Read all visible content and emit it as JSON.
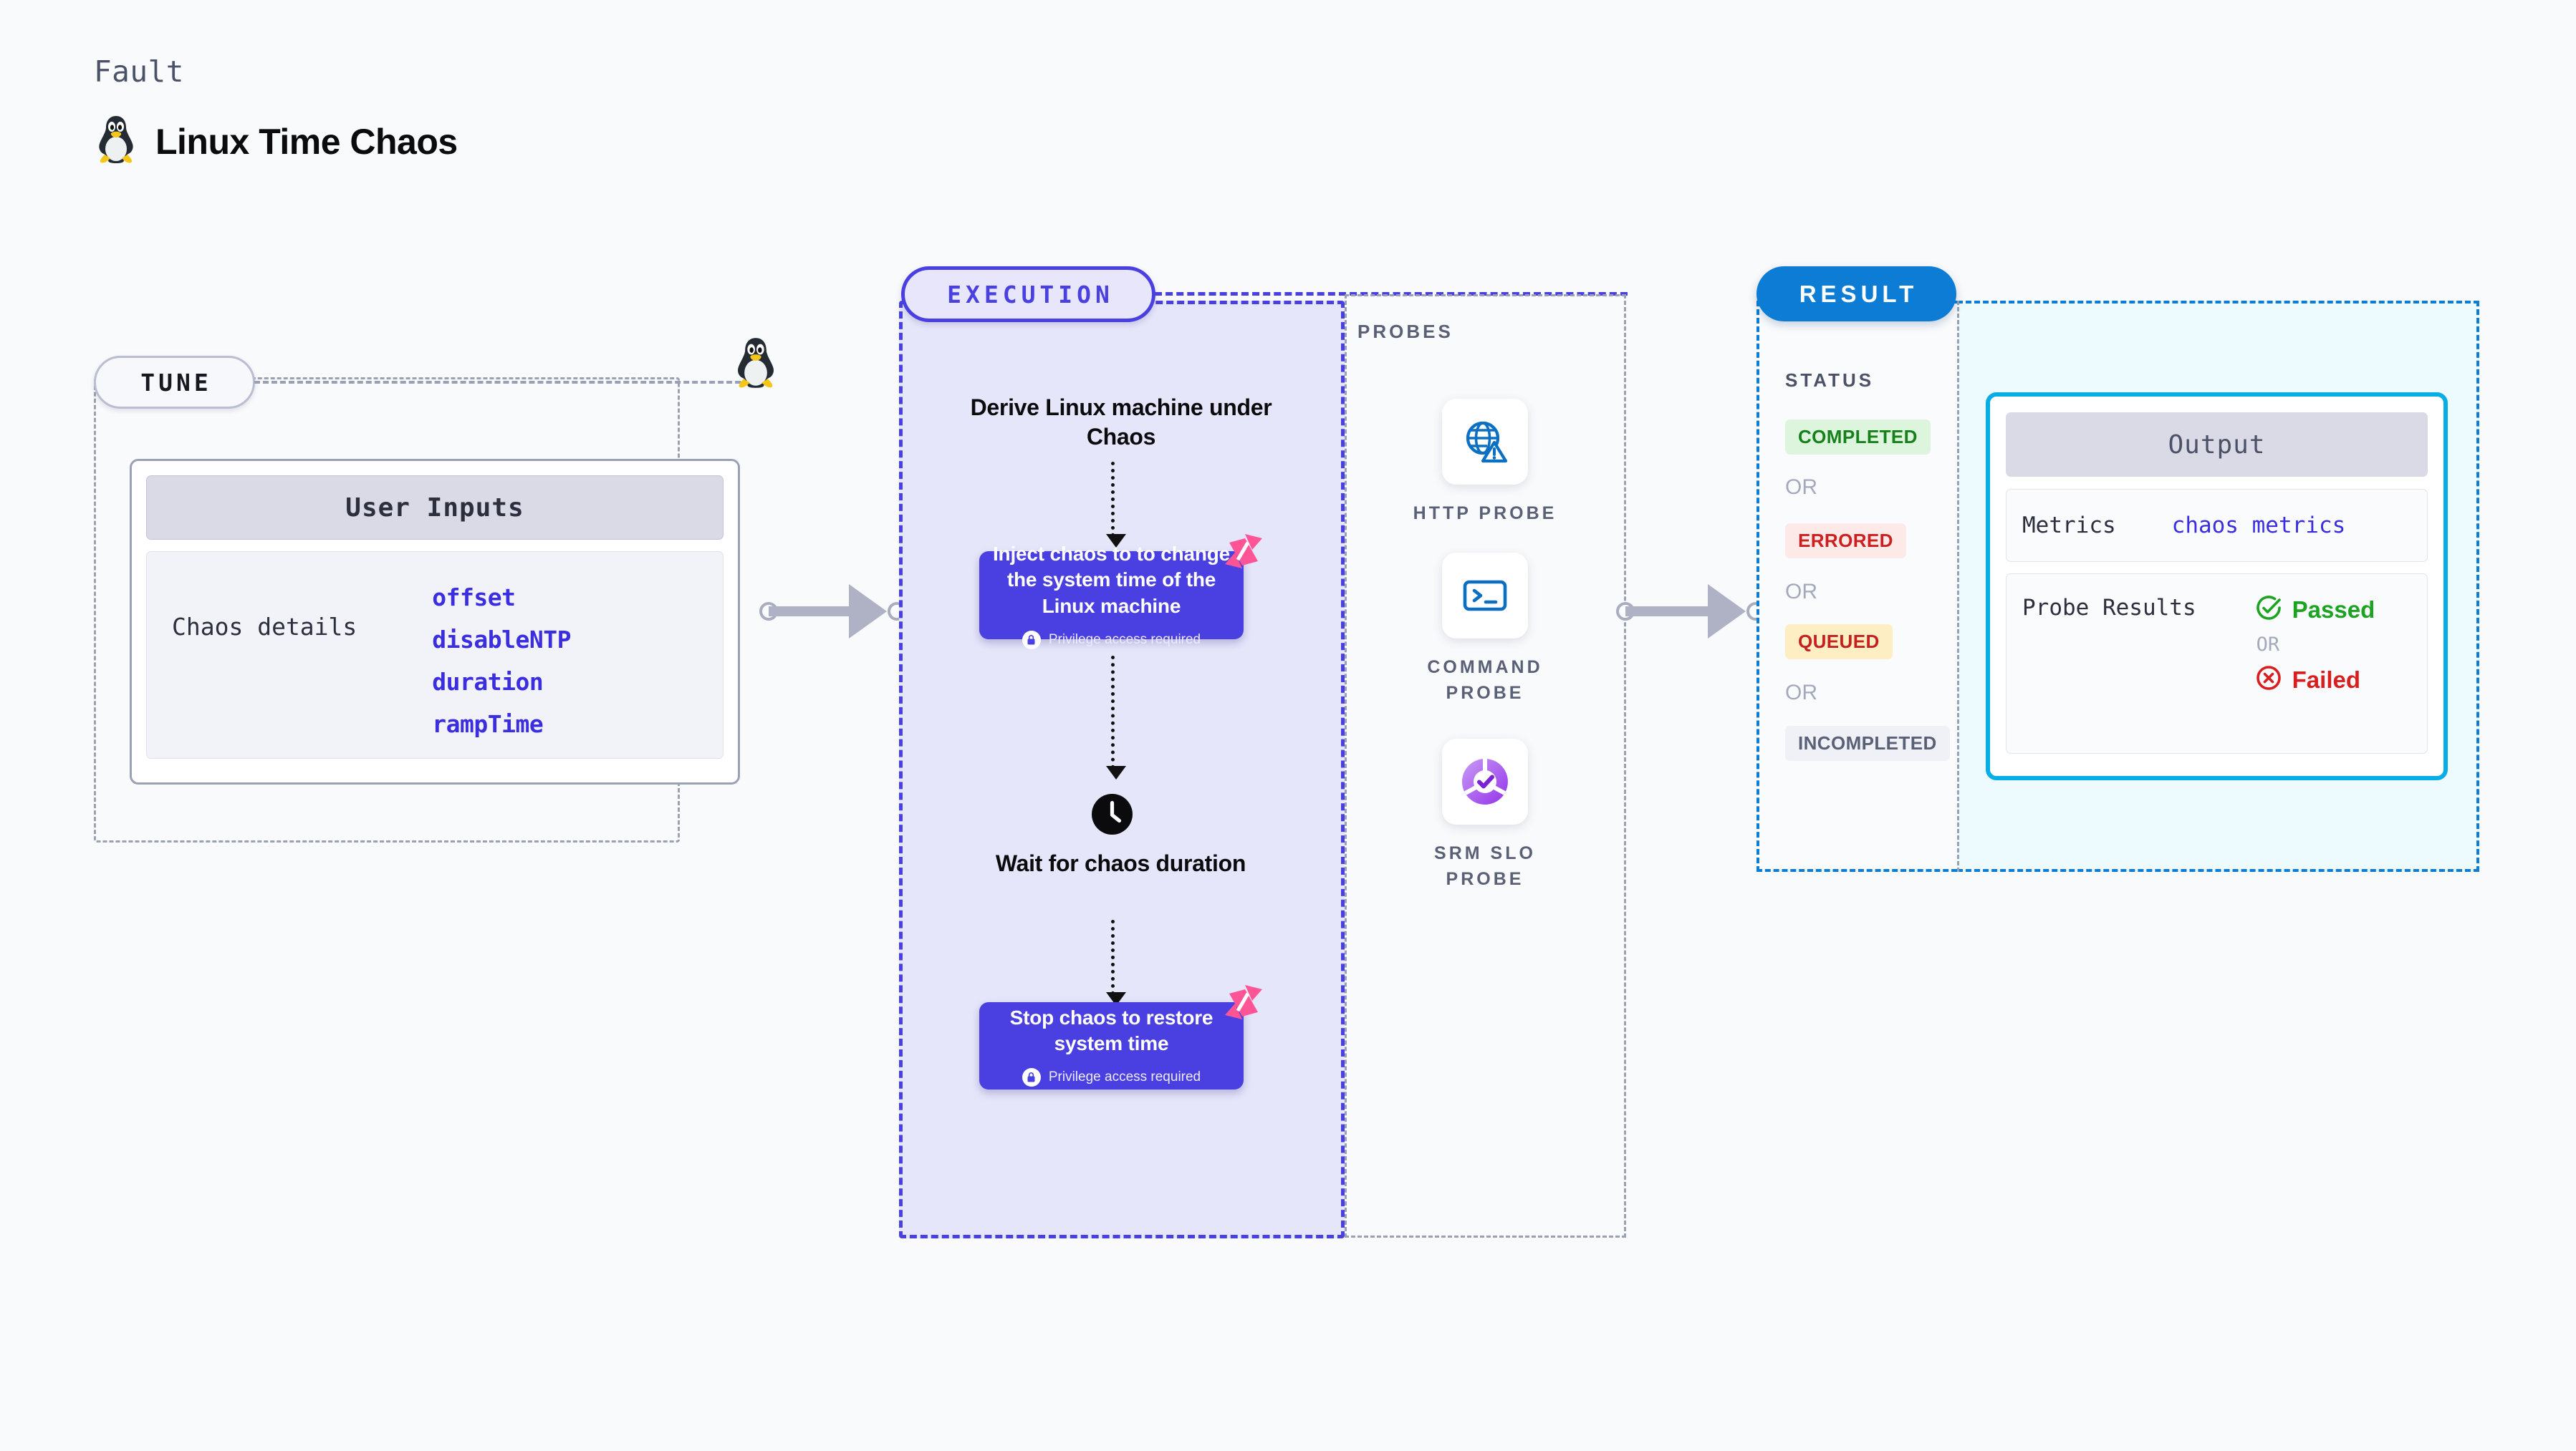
{
  "header": {
    "eyebrow": "Fault",
    "title": "Linux Time Chaos",
    "icon": "linux-tux-icon"
  },
  "tune": {
    "pill_label": "TUNE",
    "card": {
      "header": "User Inputs",
      "row_label": "Chaos details",
      "params": [
        "offset",
        "disableNTP",
        "duration",
        "rampTime"
      ]
    },
    "edge_icon": "linux-tux-icon"
  },
  "execution": {
    "pill_label": "EXECUTION",
    "steps": [
      {
        "type": "title",
        "text": "Derive Linux machine under Chaos"
      },
      {
        "type": "chaos-box",
        "text": "Inject chaos to to change the system time of the Linux machine",
        "privilege": "Privilege access required",
        "badge_icon": "harness-logo-icon",
        "lock_icon": "lock-icon"
      },
      {
        "type": "wait",
        "icon": "clock-icon",
        "text": "Wait for chaos duration"
      },
      {
        "type": "chaos-box",
        "text": "Stop chaos to restore system time",
        "privilege": "Privilege access required",
        "badge_icon": "harness-logo-icon",
        "lock_icon": "lock-icon"
      }
    ]
  },
  "probes": {
    "label": "PROBES",
    "items": [
      {
        "label": "HTTP PROBE",
        "icon": "globe-warning-icon"
      },
      {
        "label": "COMMAND PROBE",
        "icon": "terminal-prompt-icon"
      },
      {
        "label": "SRM SLO PROBE",
        "icon": "slo-donut-check-icon"
      }
    ]
  },
  "result": {
    "pill_label": "RESULT",
    "status_label": "STATUS",
    "or_label": "OR",
    "statuses": [
      {
        "label": "COMPLETED",
        "fg": "#16801b",
        "bg": "#dcf5dc"
      },
      {
        "label": "ERRORED",
        "fg": "#cc2020",
        "bg": "#fde9e7"
      },
      {
        "label": "QUEUED",
        "fg": "#c52020",
        "bg": "#fdeec3"
      },
      {
        "label": "INCOMPLETED",
        "fg": "#5a6076",
        "bg": "#eff1f6"
      }
    ],
    "output": {
      "header": "Output",
      "metrics_key": "Metrics",
      "metrics_value": "chaos metrics",
      "probe_results_key": "Probe Results",
      "passed_label": "Passed",
      "failed_label": "Failed",
      "or_label": "OR",
      "passed_icon": "check-circle-icon",
      "failed_icon": "x-circle-icon"
    }
  },
  "colors": {
    "execution_accent": "#4a3fe0",
    "result_accent": "#0c7cd5",
    "output_border": "#07aee6",
    "param_link": "#3b2ee0",
    "harness_pink": "#ff5597"
  }
}
